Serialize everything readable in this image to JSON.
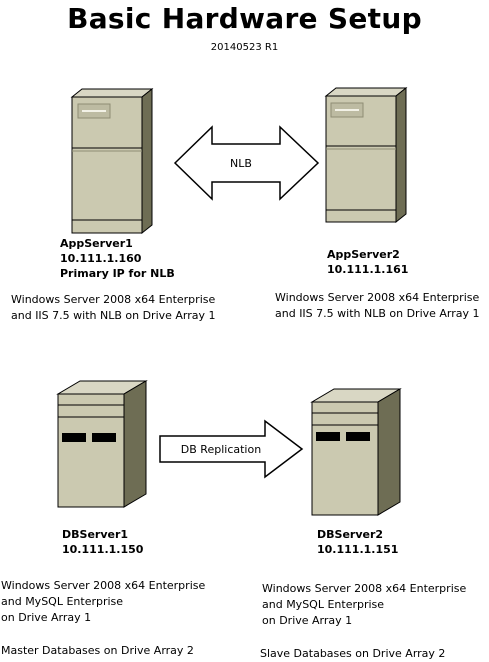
{
  "title": "Basic Hardware Setup",
  "revision": "20140523 R1",
  "colors": {
    "server_front": "#cbc9b0",
    "server_side": "#6e6d54",
    "server_top": "#d9d7c4",
    "outline": "#000000"
  },
  "app_server_1": {
    "name": "AppServer1",
    "ip": "10.111.1.160",
    "note": "Primary IP for NLB",
    "desc_line1": "Windows Server 2008 x64 Enterprise",
    "desc_line2": "and IIS 7.5 with NLB on Drive Array 1"
  },
  "app_server_2": {
    "name": "AppServer2",
    "ip": "10.111.1.161",
    "desc_line1": "Windows Server 2008 x64 Enterprise",
    "desc_line2": "and IIS 7.5 with NLB on Drive Array 1"
  },
  "nlb_arrow": {
    "label": "NLB"
  },
  "db_server_1": {
    "name": "DBServer1",
    "ip": "10.111.1.150",
    "desc_line1": "Windows Server 2008 x64 Enterprise",
    "desc_line2": "and MySQL Enterprise",
    "desc_line3": "on Drive Array 1",
    "desc_line4": "Master Databases on Drive Array 2"
  },
  "db_server_2": {
    "name": "DBServer2",
    "ip": "10.111.1.151",
    "desc_line1": "Windows Server 2008 x64 Enterprise",
    "desc_line2": "and MySQL Enterprise",
    "desc_line3": "on Drive Array 1",
    "desc_line4": "Slave Databases on Drive Array 2"
  },
  "replication_arrow": {
    "label": "DB Replication"
  }
}
